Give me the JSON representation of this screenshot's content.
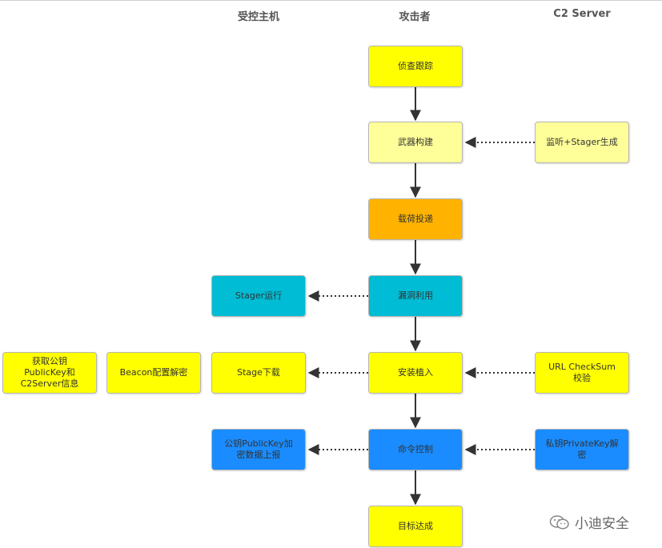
{
  "columns": {
    "victim": "受控主机",
    "attacker": "攻击者",
    "c2": "C2 Server"
  },
  "nodes": {
    "recon": "侦查跟踪",
    "weapon": "武器构建",
    "listener": "监听+Stager生成",
    "delivery": "载荷投递",
    "exploit": "漏洞利用",
    "stager_run": "Stager运行",
    "install": "安装植入",
    "stage_download": "Stage下载",
    "beacon_decrypt": "Beacon配置解密",
    "get_pubkey": "获取公钥\nPublicKey和\nC2Server信息",
    "url_checksum": "URL CheckSum\n校验",
    "c2_control": "命令控制",
    "pubkey_encrypt": "公钥PublicKey加\n密数据上报",
    "privkey_decrypt": "私钥PrivateKey解\n密",
    "goal": "目标达成"
  },
  "watermark": "小迪安全",
  "colors": {
    "yellow": "#ffff00",
    "light_yellow": "#ffff99",
    "orange": "#ffb300",
    "cyan": "#00bcd4",
    "blue": "#1a8cff"
  }
}
